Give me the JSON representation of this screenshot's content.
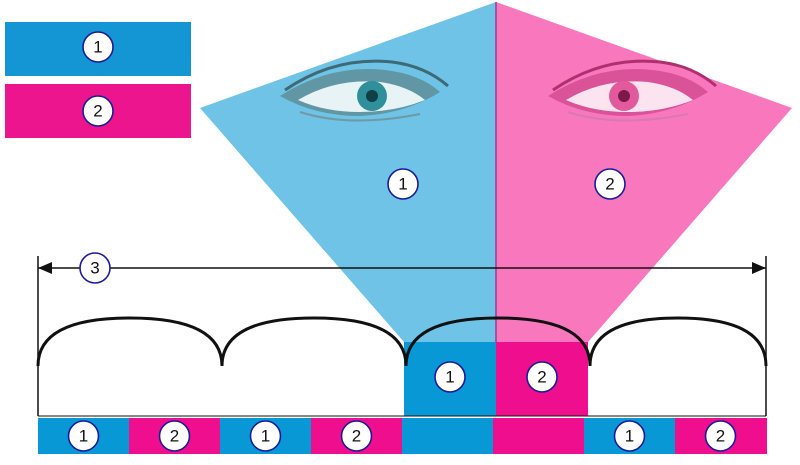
{
  "colors": {
    "blue_view_light": "#6ec3e6",
    "pink_view_light": "#f978bd",
    "blue_band": "#0898d6",
    "pink_band": "#ef0f8e",
    "legend_blue": "#1396d3",
    "legend_pink": "#ec158d",
    "line": "#111111",
    "marker_border": "#1b1b9a"
  },
  "icons": {
    "left_eye": "left-eye-icon",
    "right_eye": "right-eye-icon"
  },
  "legend": [
    {
      "label": "1",
      "color": "blue"
    },
    {
      "label": "2",
      "color": "pink"
    }
  ],
  "views": {
    "left_label": "1",
    "right_label": "2"
  },
  "width_marker": "3",
  "lens_labels": {
    "left": "1",
    "right": "2"
  },
  "strip": [
    {
      "label": "1",
      "color": "blue"
    },
    {
      "label": "2",
      "color": "pink"
    },
    {
      "label": "1",
      "color": "blue"
    },
    {
      "label": "2",
      "color": "pink"
    },
    {
      "label": "",
      "color": "blue"
    },
    {
      "label": "",
      "color": "pink"
    },
    {
      "label": "1",
      "color": "blue"
    },
    {
      "label": "2",
      "color": "pink"
    }
  ]
}
